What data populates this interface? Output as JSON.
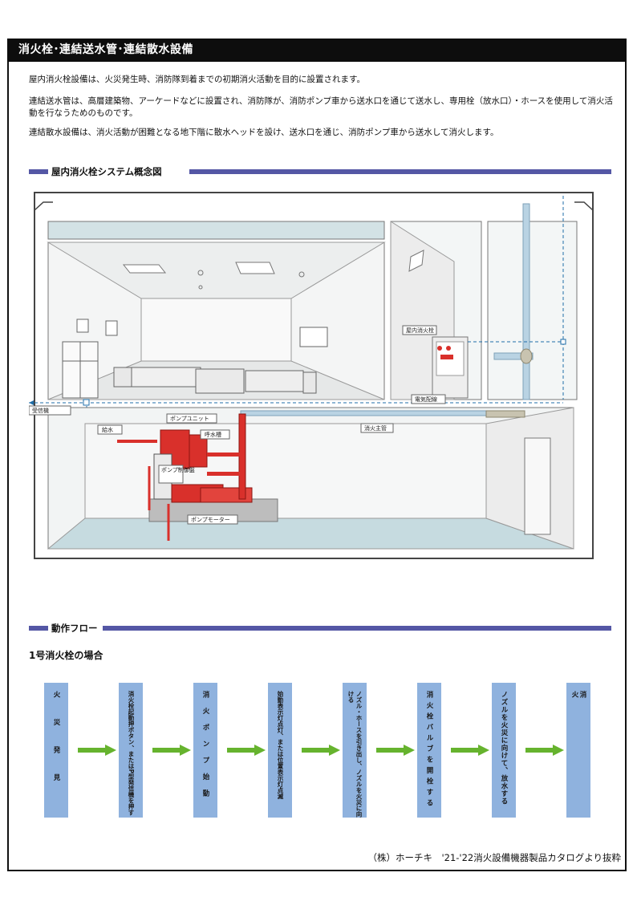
{
  "header": {
    "title": "消火栓･連結送水管･連結散水設備"
  },
  "paragraphs": [
    "屋内消火栓設備は、火災発生時、消防隊到着までの初期消火活動を目的に設置されます。",
    "連結送水管は、高層建築物、アーケードなどに設置され、消防隊が、消防ポンプ車から送水口を通じて送水し、専用栓（放水口）・ホースを使用して消火活動を行なうためのものです。",
    "連結散水設備は、消火活動が困難となる地下階に散水ヘッドを設け、送水口を通じ、消防ポンプ車から送水して消火します。"
  ],
  "sections": {
    "system": "屋内消火栓システム概念図",
    "flow": "動作フロー"
  },
  "diagram_labels": {
    "hydrant": "屋内消火栓",
    "electric": "電気配線",
    "receiver": "受信機",
    "pump_unit": "ポンプユニット",
    "supply": "給水",
    "priming_tank": "呼水槽",
    "control_panel": "ポンプ制御盤",
    "main_pipe": "消火主管",
    "pump_motor": "ポンプモーター"
  },
  "flow": {
    "subtitle": "1号消火栓の場合",
    "steps": [
      "火災発見",
      "消火栓起動押ボタン、またはP型発信機を押す",
      "消火ポンプ始動",
      "始動表示灯点灯、または位置表示灯点滅",
      "ノズル・ホースを引き出し、ノズルを火災に向ける",
      "消火栓バルブを開栓する",
      "ノズルを火災に向けて、放水する",
      "消火"
    ]
  },
  "credit": "（株）ホーチキ　'21-'22消火設備機器製品カタログより抜粋",
  "colors": {
    "header_bg": "#0d0d0d",
    "section_bar": "#5457a5",
    "flow_box": "#8fb2de",
    "arrow": "#66b32e",
    "pipe_red": "#d9302b"
  }
}
